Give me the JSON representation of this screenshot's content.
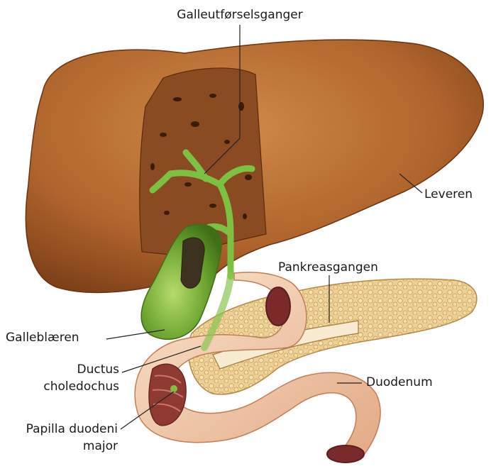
{
  "labels": {
    "bile_ducts": "Galleutførselsganger",
    "liver": "Leveren",
    "pancreatic_duct": "Pankreasgangen",
    "gallbladder": "Galleblæren",
    "common_bile_duct_1": "Ductus",
    "common_bile_duct_2": "choledochus",
    "duodenum": "Duodenum",
    "papilla_1": "Papilla duodeni",
    "papilla_2": "major"
  },
  "colors": {
    "liver": "#b0652c",
    "liver_dark": "#7a3d17",
    "liver_cut": "#8a4a22",
    "gallbladder": "#6aa32e",
    "bile_duct": "#7dc142",
    "pancreas": "#e8c98a",
    "duodenum": "#f1c9a6",
    "duodenum_inner": "#7a2a2a",
    "leader": "#222222"
  }
}
